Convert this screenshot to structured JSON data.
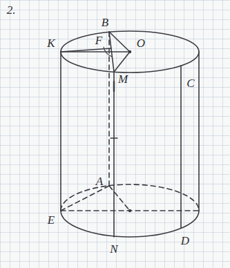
{
  "diagram": {
    "labels": [
      "2.",
      "B",
      "K",
      "F",
      "O",
      "M",
      "C",
      "A",
      "E",
      "N",
      "D"
    ]
  }
}
